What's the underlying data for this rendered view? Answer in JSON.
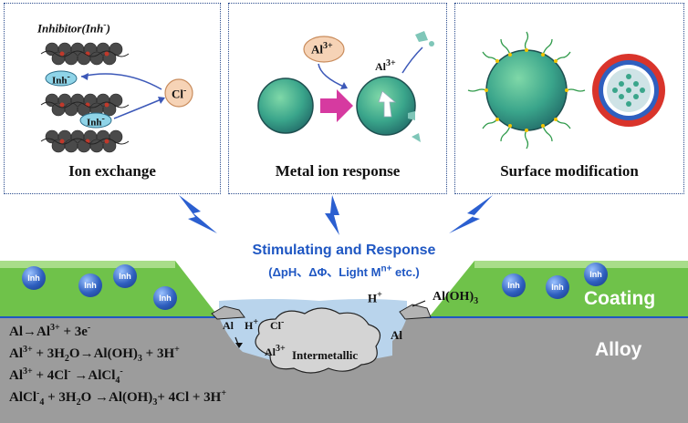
{
  "panels": {
    "ion_exchange": {
      "title": "Ion exchange",
      "inhibitor_label": "Inhibitor(Inh",
      "inhibitor_sup": "-",
      "inhibitor_close": ")",
      "inh_badge_1": "Inh",
      "inh_badge_2": "Inh",
      "chloride": "Cl",
      "chloride_sup": "-"
    },
    "metal_ion": {
      "title": "Metal ion response",
      "al_bubble": "Al",
      "al_bubble_sup": "3+",
      "al_label": "Al",
      "al_label_sup": "3+"
    },
    "surface": {
      "title": "Surface modification"
    }
  },
  "stimulus": {
    "title": "Stimulating and Response",
    "subtitle": "(ΔpH、ΔΦ、Light  M",
    "subtitle_sup": "n+",
    "subtitle_end": " etc.)"
  },
  "scene": {
    "coating_label": "Coating",
    "alloy_label": "Alloy",
    "inh_ball": "Inh",
    "h_plus_right": "H",
    "h_plus_sup": "+",
    "aloh3": "Al(OH)",
    "aloh3_sub": "3",
    "al_left": "Al",
    "h_plus_left": "H",
    "cl_left": "Cl",
    "al3_center": "Al",
    "al3_sup": "3+",
    "intermetallic": "Intermetallic",
    "al_right": "Al"
  },
  "equations": [
    {
      "parts": [
        "Al→Al",
        "3+",
        " + 3e",
        "-",
        ""
      ]
    },
    {
      "parts": [
        "Al",
        "3+",
        " + 3H",
        "",
        "2O→Al(OH)"
      ],
      "tail": "3",
      "end": " + 3H"
    },
    {
      "parts": [
        "Al",
        "3+",
        " + 4Cl",
        "-",
        " →AlCl"
      ],
      "tail": "4",
      "tailsup": "-"
    },
    {
      "parts": [
        "AlCl",
        "-",
        "4",
        "",
        " + 3H"
      ],
      "mid": "2",
      "end": "O →Al(OH)",
      "end2": "3",
      "end3": "+ 4Cl + 3H",
      "end4": "+"
    }
  ],
  "colors": {
    "panel_border": "#2a4b8d",
    "lightning": "#2b5fd0",
    "coating_green": "#6fc24a",
    "alloy_gray": "#9c9c9c",
    "stim_text": "#1f57c3"
  }
}
